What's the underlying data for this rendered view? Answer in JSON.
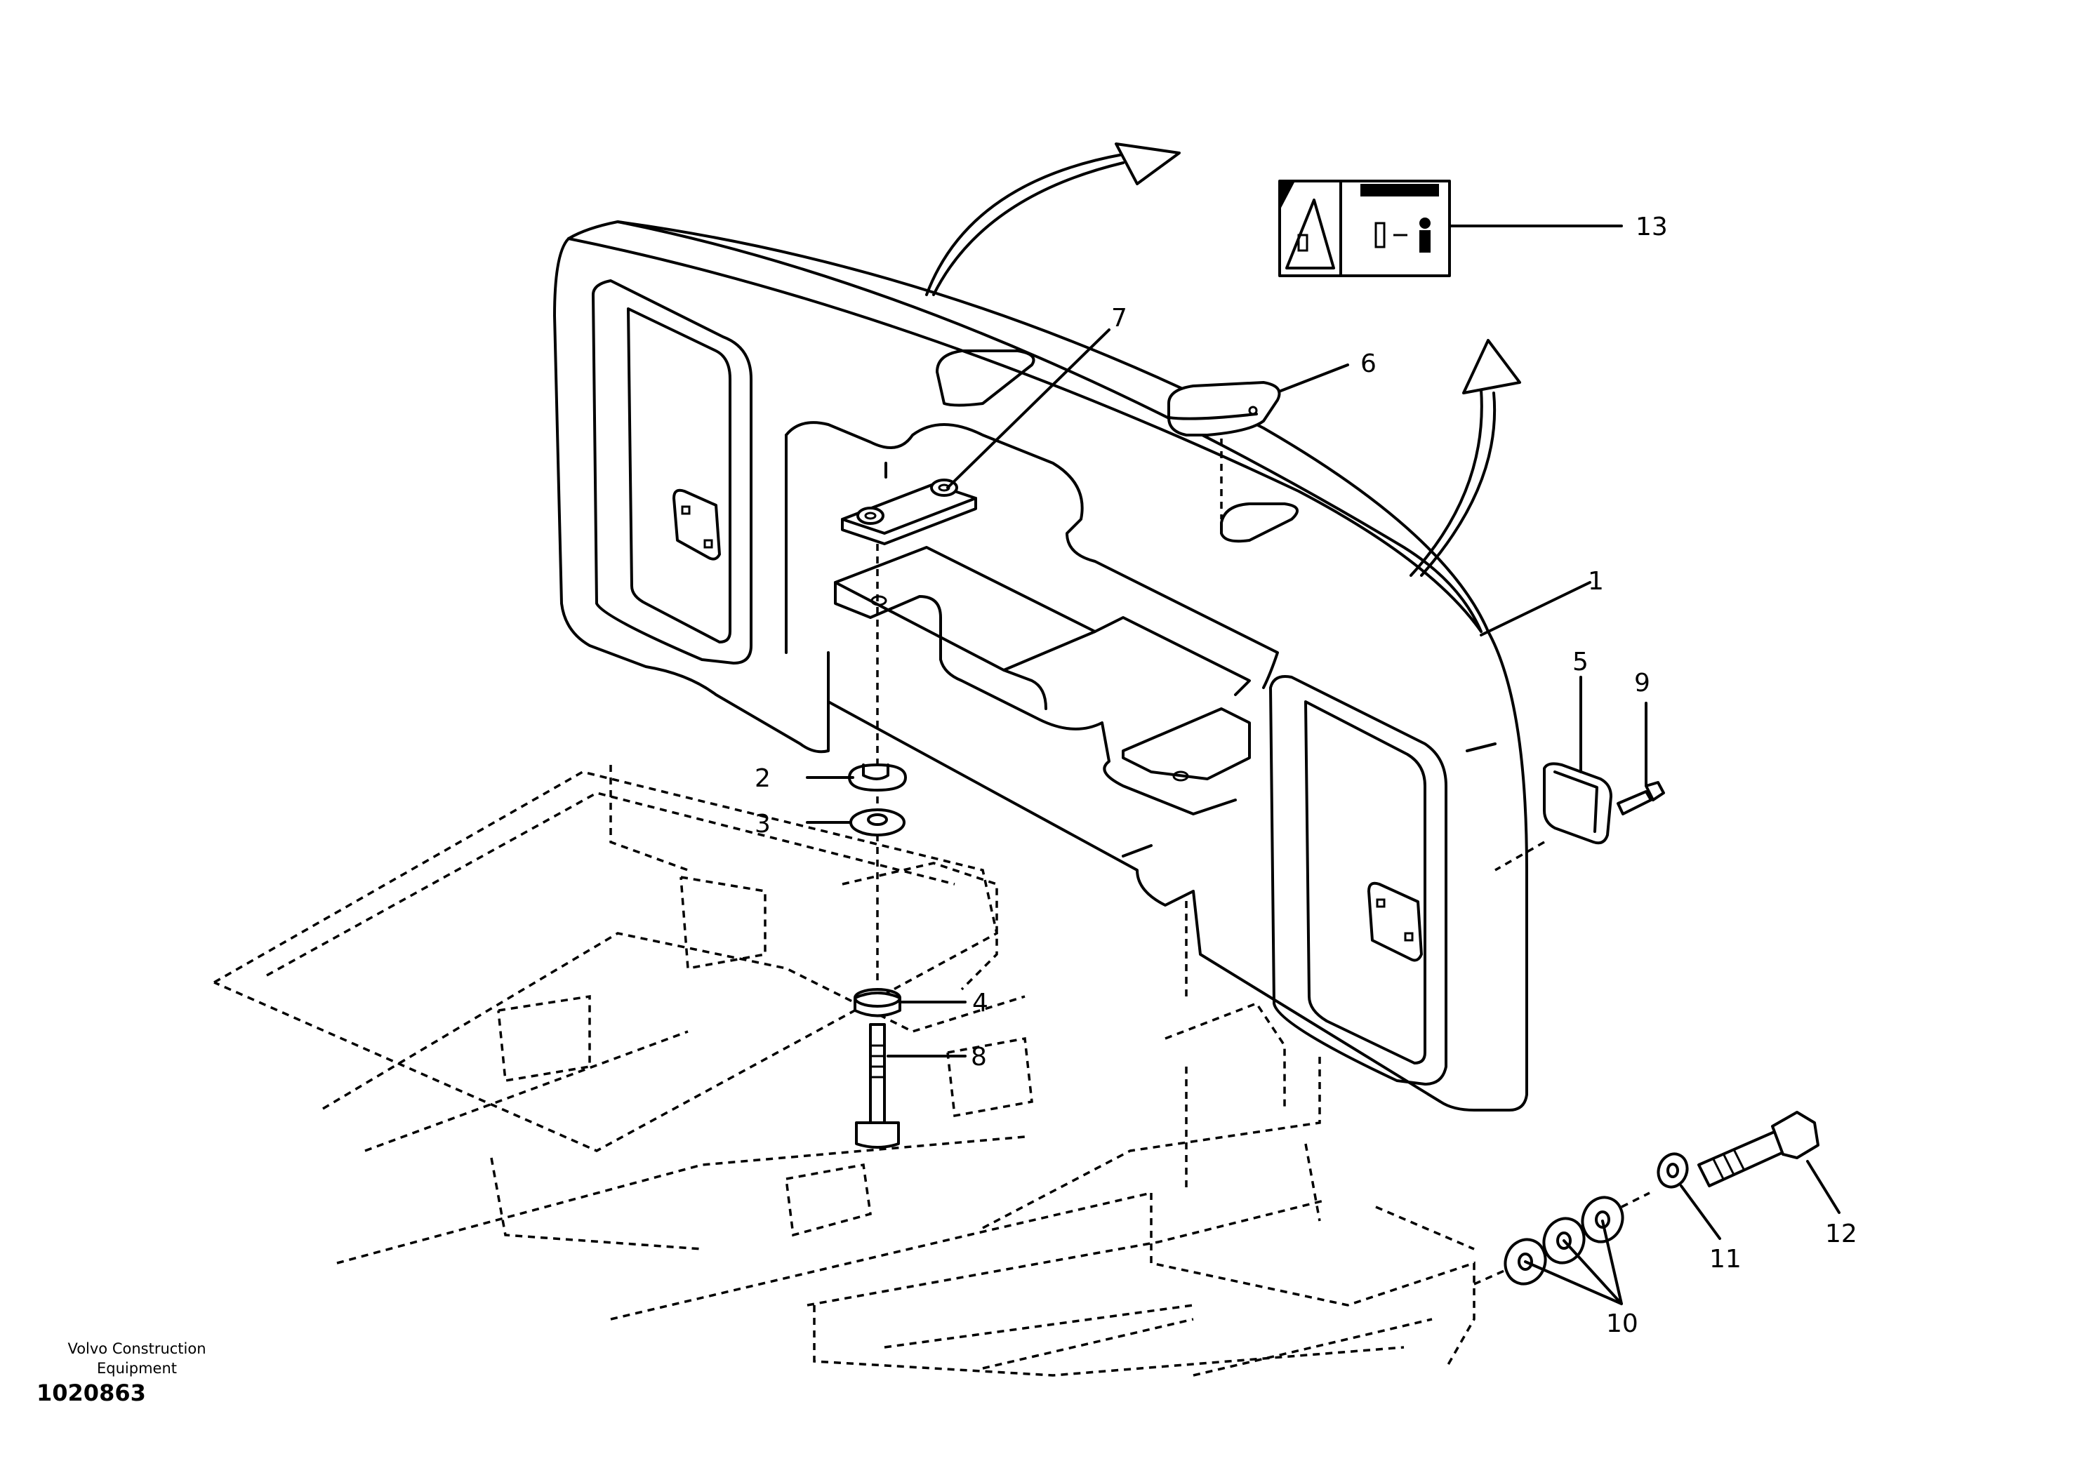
{
  "diagram": {
    "manufacturer_lines": [
      "Volvo Construction",
      "Equipment"
    ],
    "reference_number": "1020863",
    "callouts": [
      {
        "id": "1",
        "label": "1"
      },
      {
        "id": "2",
        "label": "2"
      },
      {
        "id": "3",
        "label": "3"
      },
      {
        "id": "4",
        "label": "4"
      },
      {
        "id": "5",
        "label": "5"
      },
      {
        "id": "6",
        "label": "6"
      },
      {
        "id": "7",
        "label": "7"
      },
      {
        "id": "8",
        "label": "8"
      },
      {
        "id": "9",
        "label": "9"
      },
      {
        "id": "10",
        "label": "10"
      },
      {
        "id": "11",
        "label": "11"
      },
      {
        "id": "12",
        "label": "12"
      },
      {
        "id": "13",
        "label": "13"
      }
    ]
  }
}
